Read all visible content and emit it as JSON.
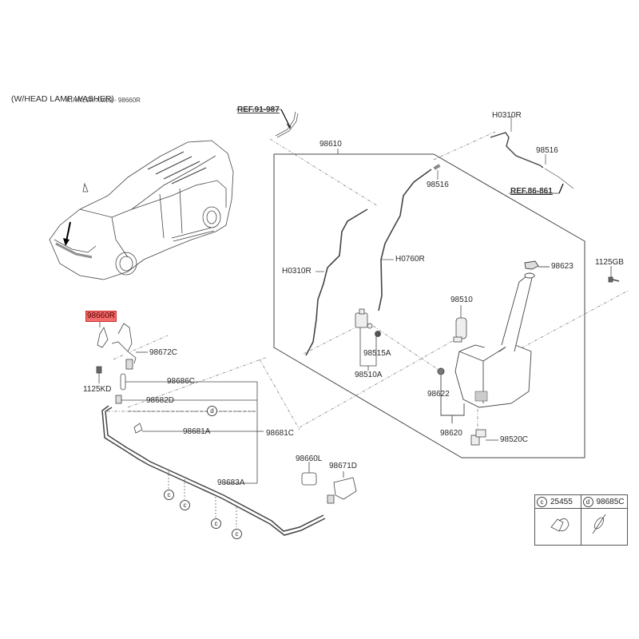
{
  "header": {
    "variant_note": "(W/HEAD LAMP WASHER)",
    "overlay_caption": "KIA KL0R XM09 - 98660R"
  },
  "references": {
    "ref_top": "REF.91-987",
    "ref_right": "REF.86-861"
  },
  "parts": {
    "assembly_98610": "98610",
    "hose_h0310r_top": "H0310R",
    "connector_98516_top": "98516",
    "connector_98516_inner": "98516",
    "hose_h0310r_inner": "H0310R",
    "hose_h0760r": "H0760R",
    "cap_98623": "98623",
    "bolt_1125gb": "1125GB",
    "pump_98510": "98510",
    "grommet_98515a": "98515A",
    "pump_98510a": "98510A",
    "grommet_98622": "98622",
    "reservoir_98620": "98620",
    "sensor_98520c": "98520C",
    "cover_98660r": "98660R",
    "nozzle_98672c": "98672C",
    "bolt_1125kd": "1125KD",
    "hose_98686c": "98686C",
    "connector_98682d": "98682D",
    "elbow_98681a": "98681A",
    "hose_assy_98681c": "98681C",
    "hose_98683a": "98683A",
    "cover_98660l": "98660L",
    "nozzle_98671d": "98671D"
  },
  "callouts": {
    "c": "c",
    "d": "d"
  },
  "legend": {
    "items": [
      {
        "marker": "c",
        "part_no": "25455",
        "description": "clip"
      },
      {
        "marker": "d",
        "part_no": "98685C",
        "description": "hose clamp"
      }
    ]
  },
  "highlight": {
    "part_no": "98660R",
    "color": "#f26b6b"
  }
}
